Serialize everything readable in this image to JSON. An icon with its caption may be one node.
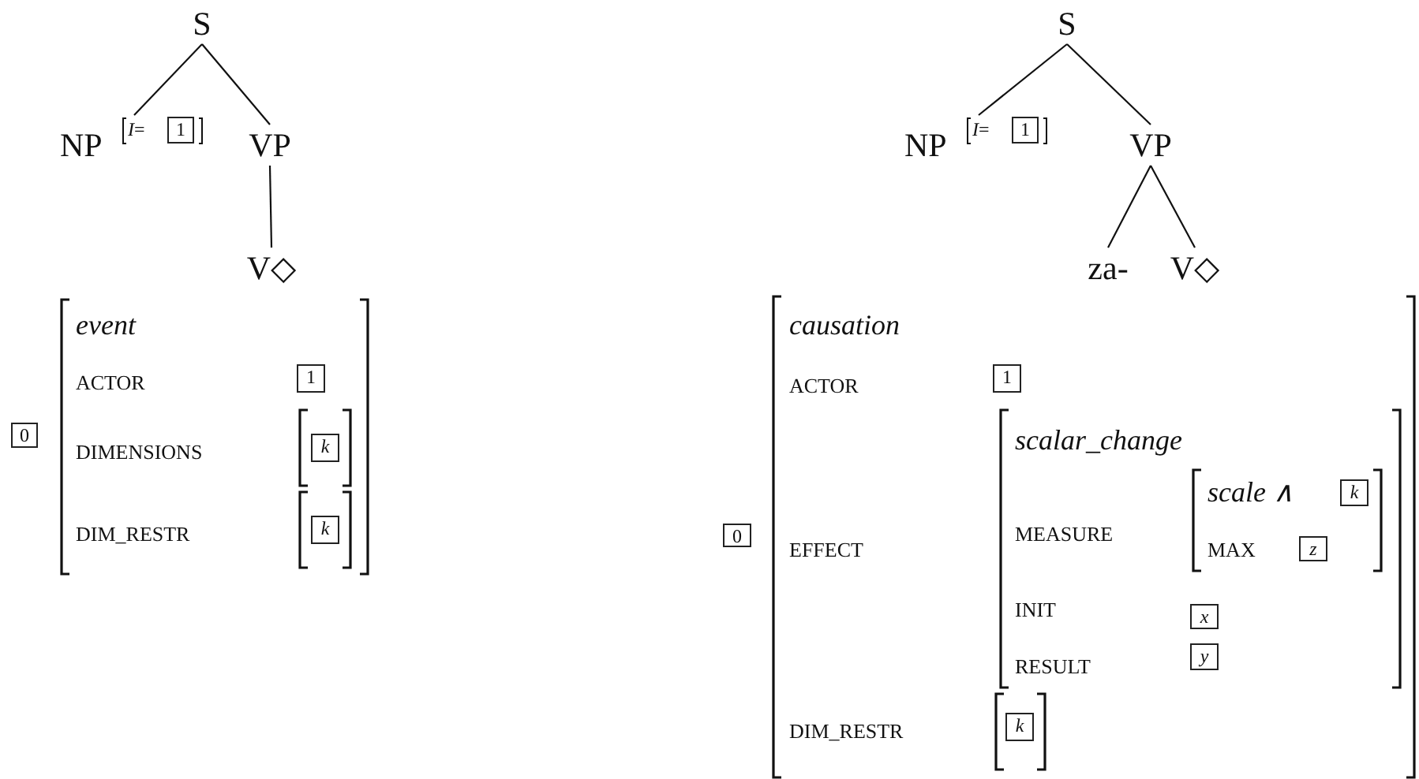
{
  "diagram": {
    "nodes": [
      {
        "text": [
          "S"
        ]
      },
      {
        "text": [
          "NP",
          "*I*="
        ]
      },
      {
        "text": [
          "1"
        ],
        "in": 1
      },
      {
        "text": [
          "VP"
        ]
      },
      {
        "text": [
          "V◇"
        ]
      },
      {
        "text": [
          "0"
        ]
      },
      {
        "text": [
          "event",
          "ACTOR",
          "DIMENSIONS",
          "DIM_RESTR"
        ]
      },
      {
        "text": [
          "1"
        ],
        "in": 6
      },
      {
        "text": [],
        "shape": "box",
        "in": 6
      },
      {
        "text": [
          "k"
        ],
        "in": 8
      },
      {
        "text": [],
        "shape": "box",
        "in": 6
      },
      {
        "text": [
          "k"
        ],
        "in": 10
      },
      {
        "text": [
          "S"
        ]
      },
      {
        "text": [
          "NP",
          "*I*="
        ]
      },
      {
        "text": [
          "1"
        ],
        "in": 13
      },
      {
        "text": [
          "VP"
        ]
      },
      {
        "text": [
          "za-"
        ]
      },
      {
        "text": [
          "V◇"
        ]
      },
      {
        "text": [
          "0"
        ]
      },
      {
        "text": [
          "causation",
          "ACTOR",
          "EFFECT",
          "DIM_RESTR"
        ]
      },
      {
        "text": [
          "1"
        ],
        "in": 19
      },
      {
        "text": [
          "scalar_change",
          "MEASURE",
          "INIT",
          "RESULT"
        ],
        "in": 19
      },
      {
        "text": [
          "*scale* ∧",
          "MAX"
        ],
        "in": 21
      },
      {
        "text": [
          "k"
        ],
        "in": 22
      },
      {
        "text": [
          "z"
        ],
        "in": 22
      },
      {
        "text": [
          "x"
        ],
        "in": 21
      },
      {
        "text": [
          "y"
        ],
        "in": 21
      },
      {
        "text": [],
        "shape": "box",
        "in": 19
      },
      {
        "text": [
          "k"
        ],
        "in": 27
      }
    ],
    "edges": [
      {
        "from": 0,
        "to": 1,
        "arrow": "none"
      },
      {
        "from": 0,
        "to": 3,
        "arrow": "none"
      },
      {
        "from": 3,
        "to": 4,
        "arrow": "none"
      },
      {
        "from": 12,
        "to": 13,
        "arrow": "none"
      },
      {
        "from": 12,
        "to": 15,
        "arrow": "none"
      },
      {
        "from": 15,
        "to": 16,
        "arrow": "none"
      },
      {
        "from": 15,
        "to": 17,
        "arrow": "none"
      }
    ]
  }
}
